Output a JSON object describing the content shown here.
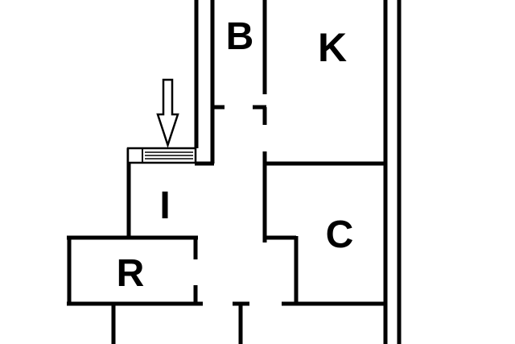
{
  "rooms": {
    "b": "B",
    "k": "K",
    "i": "I",
    "c": "C",
    "r": "R"
  },
  "entrance_arrow": {
    "icon": "down-arrow-icon"
  },
  "colors": {
    "wall": "#000000",
    "background": "#ffffff"
  }
}
